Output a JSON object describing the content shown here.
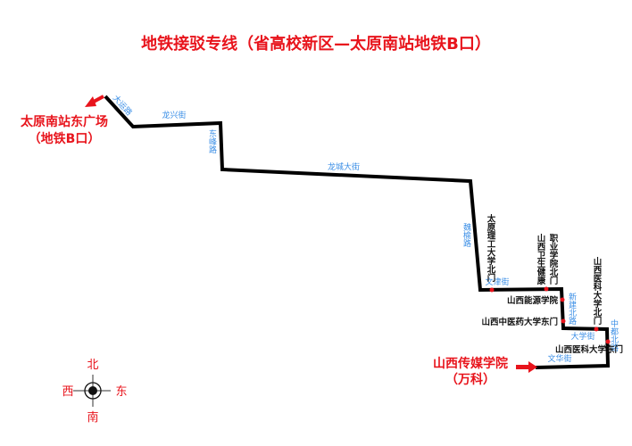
{
  "title": "地铁接驳专线（省高校新区—太原南站地铁B口）",
  "colors": {
    "route": "#000000",
    "stop": "#e8141c",
    "road_label": "#3a8ee6",
    "terminal": "#e8141c"
  },
  "terminals": {
    "start": {
      "name": "山西传媒学院",
      "sub": "（万科）"
    },
    "end": {
      "name": "太原南站东广场",
      "sub": "（地铁B口）"
    }
  },
  "roads": {
    "dayun": "大运路",
    "longxing": "龙兴街",
    "dongfeng": "东峰路",
    "longcheng": "龙城大街",
    "weiyu": "魏榆路",
    "wenjin": "文津街",
    "xinjian": "新建北路",
    "daxue": "大学街",
    "zhongdu": "中都北路",
    "wenhua": "文华街"
  },
  "stops": {
    "tyut": "太原理工大学北门",
    "vocational_col1": "职业学院北门",
    "vocational_col2": "山西卫生健康",
    "energy": "山西能源学院",
    "tcm": "山西中医药大学东门",
    "med_north": "山西医科大学北门",
    "med_east": "山西医科大学东门"
  },
  "compass": {
    "n": "北",
    "s": "南",
    "e": "东",
    "w": "西"
  }
}
